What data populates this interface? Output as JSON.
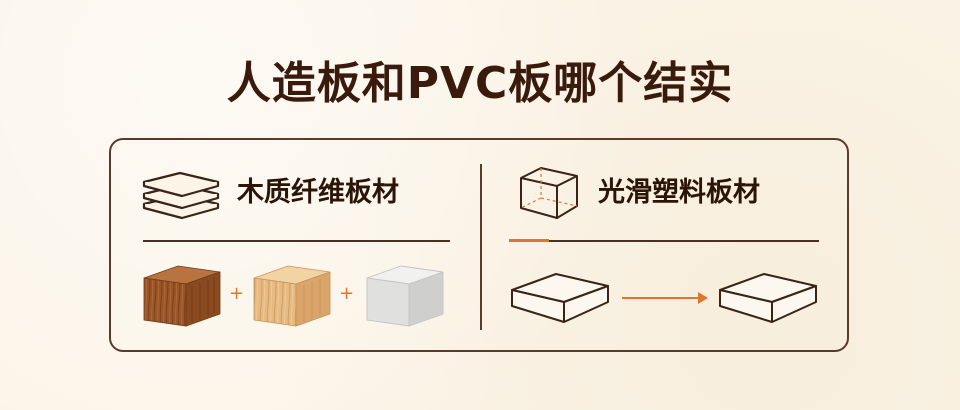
{
  "title": "人造板和PVC板哪个结实",
  "left_panel": {
    "heading": "木质纤维板材",
    "icon": "layered-boards-icon",
    "composition_icons": [
      "dark-wood-cube-icon",
      "light-wood-cube-icon",
      "gray-fiber-cube-icon"
    ],
    "operator": "+"
  },
  "right_panel": {
    "heading": "光滑塑料板材",
    "icon": "wireframe-cube-icon",
    "process_icons": [
      "flat-slab-icon",
      "arrow-right-icon",
      "flat-slab-icon"
    ]
  },
  "colors": {
    "background": "#fbf4e7",
    "title": "#3a1a0c",
    "border": "#5a3a28",
    "accent": "#e0762d",
    "dark_wood": "#9a5a2c",
    "light_wood": "#e2b57a",
    "gray_cube": "#d8d8d8"
  }
}
